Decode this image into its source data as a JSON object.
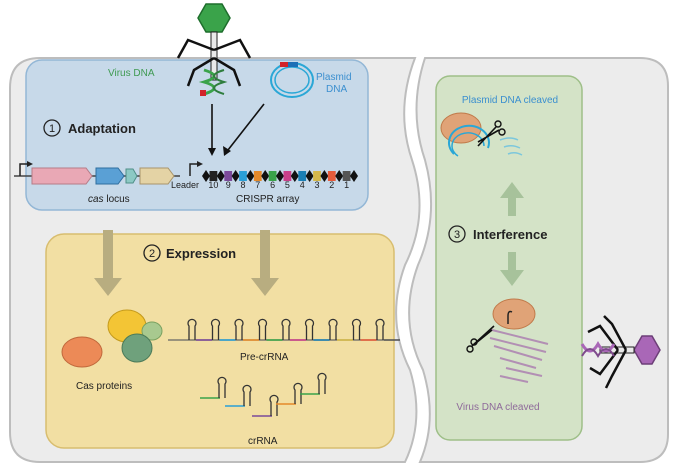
{
  "adaptation": {
    "number": "1",
    "title": "Adaptation",
    "virus_dna": "Virus DNA",
    "plasmid_dna_line1": "Plasmid",
    "plasmid_dna_line2": "DNA",
    "cas_locus_italic": "cas",
    "cas_locus_rest": " locus",
    "leader": "Leader",
    "crispr_numbers": [
      "10",
      "9",
      "8",
      "7",
      "6",
      "5",
      "4",
      "3",
      "2",
      "1"
    ],
    "crispr_array": "CRISPR array"
  },
  "expression": {
    "number": "2",
    "title": "Expression",
    "cas_proteins": "Cas proteins",
    "pre_crrna": "Pre-crRNA",
    "crrna": "crRNA"
  },
  "interference": {
    "number": "3",
    "title": "Interference",
    "plasmid_cleaved": "Plasmid DNA cleaved",
    "virus_cleaved": "Virus DNA cleaved"
  },
  "colors": {
    "cell": "#ececec",
    "adaptation_bg": "#c7d9e9",
    "expression_bg": "#f2dfa3",
    "interference_bg": "#d4e3c7",
    "green_label": "#3f9a52",
    "blue_label": "#3b8fcf",
    "purple_label": "#8e6a9a"
  },
  "crispr_spacer_colors": [
    "#222",
    "#7b4a9a",
    "#2a9fd6",
    "#e58a2a",
    "#3aa34a",
    "#c9408a",
    "#1a7fb5",
    "#d4b84a",
    "#e45b3b",
    "#555"
  ]
}
